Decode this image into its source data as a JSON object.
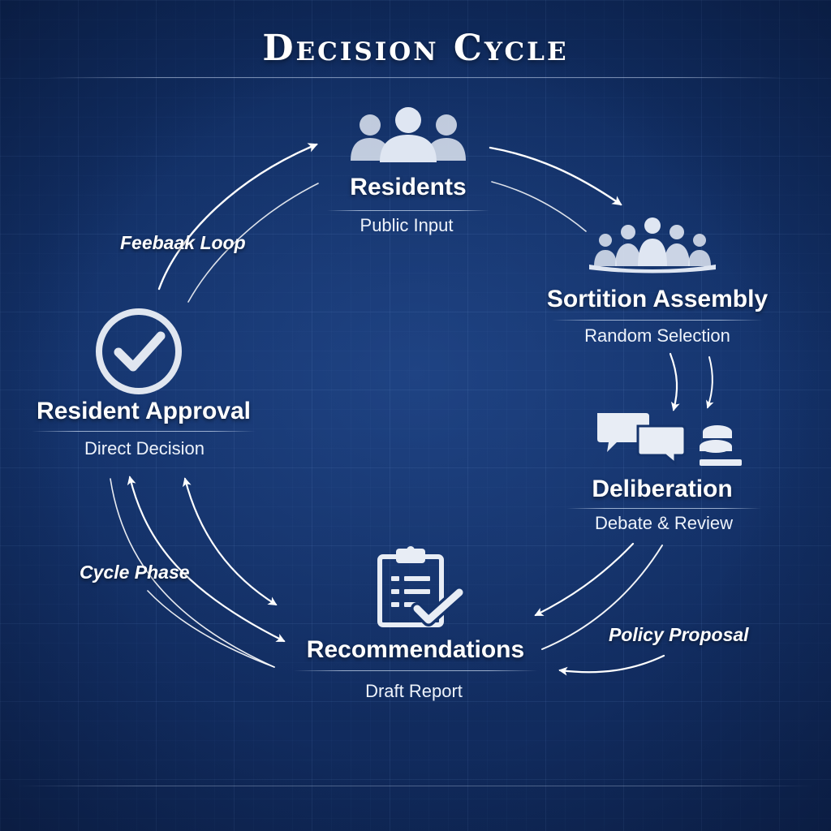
{
  "title": "Decision Cycle",
  "nodes": {
    "residents": {
      "title": "Residents",
      "subtitle": "Public Input",
      "icon": "people-group-icon"
    },
    "sortition": {
      "title": "Sortition Assembly",
      "subtitle": "Random Selection",
      "icon": "assembly-icon"
    },
    "deliberation": {
      "title": "Deliberation",
      "subtitle": "Debate & Review",
      "icon": "chat-bubbles-icon"
    },
    "recommendations": {
      "title": "Recommendations",
      "subtitle": "Draft Report",
      "icon": "clipboard-check-icon"
    },
    "approval": {
      "title": "Resident Approval",
      "subtitle": "Direct Decision",
      "icon": "check-circle-icon"
    }
  },
  "flow_labels": {
    "feedback": "Feebaak Loop",
    "cycle": "Cycle Phase",
    "policy": "Policy Proposal"
  },
  "colors": {
    "background": "#14336c",
    "text": "#ffffff",
    "icon": "#dfe6f2"
  }
}
